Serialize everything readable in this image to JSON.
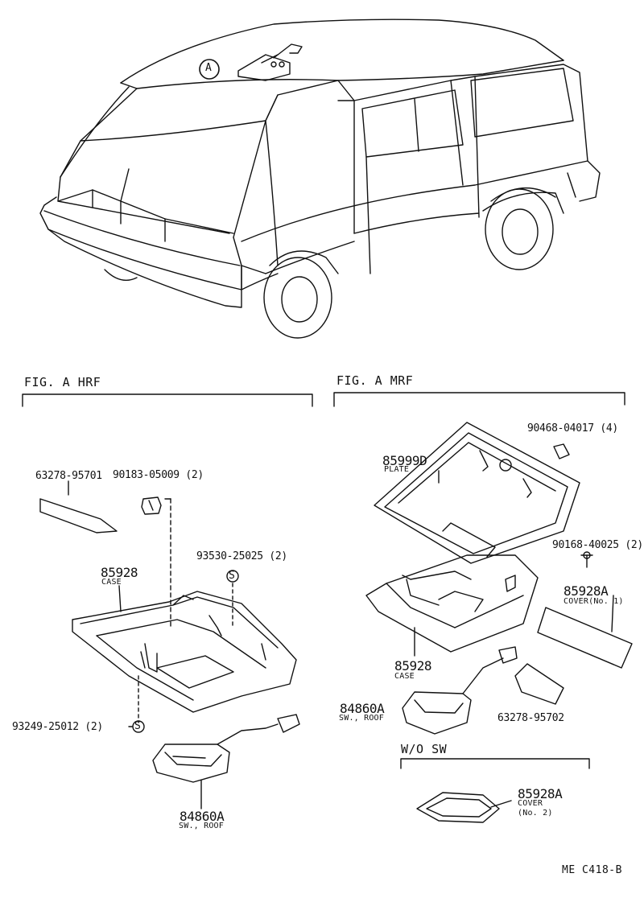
{
  "callout": "A",
  "sections": {
    "hrf_title": "FIG. A  HRF",
    "mrf_title": "FIG. A  MRF",
    "wo_sw_title": "W/O SW"
  },
  "hrf_parts": {
    "p63278_95701": "63278-95701",
    "p90183": "90183-05009 (2)",
    "p93530": "93530-25025 (2)",
    "p85928": "85928",
    "p85928_name": "CASE",
    "p93249": "93249-25012 (2)",
    "p84860a": "84860A",
    "p84860a_name": "SW., ROOF",
    "screw_symbol": "S"
  },
  "mrf_parts": {
    "p90468": "90468-04017 (4)",
    "p85999d": "85999D",
    "p85999d_name": "PLATE",
    "p90168": "90168-40025 (2)",
    "p85928a": "85928A",
    "p85928a_name": "COVER(No. 1)",
    "p85928": "85928",
    "p85928_name": "CASE",
    "p84860a": "84860A",
    "p84860a_name": "SW., ROOF",
    "p63278_95702": "63278-95702",
    "p85928a2": "85928A",
    "p85928a2_name": "COVER",
    "p85928a2_sub": "(No. 2)"
  },
  "reference": "ME  C418-B"
}
